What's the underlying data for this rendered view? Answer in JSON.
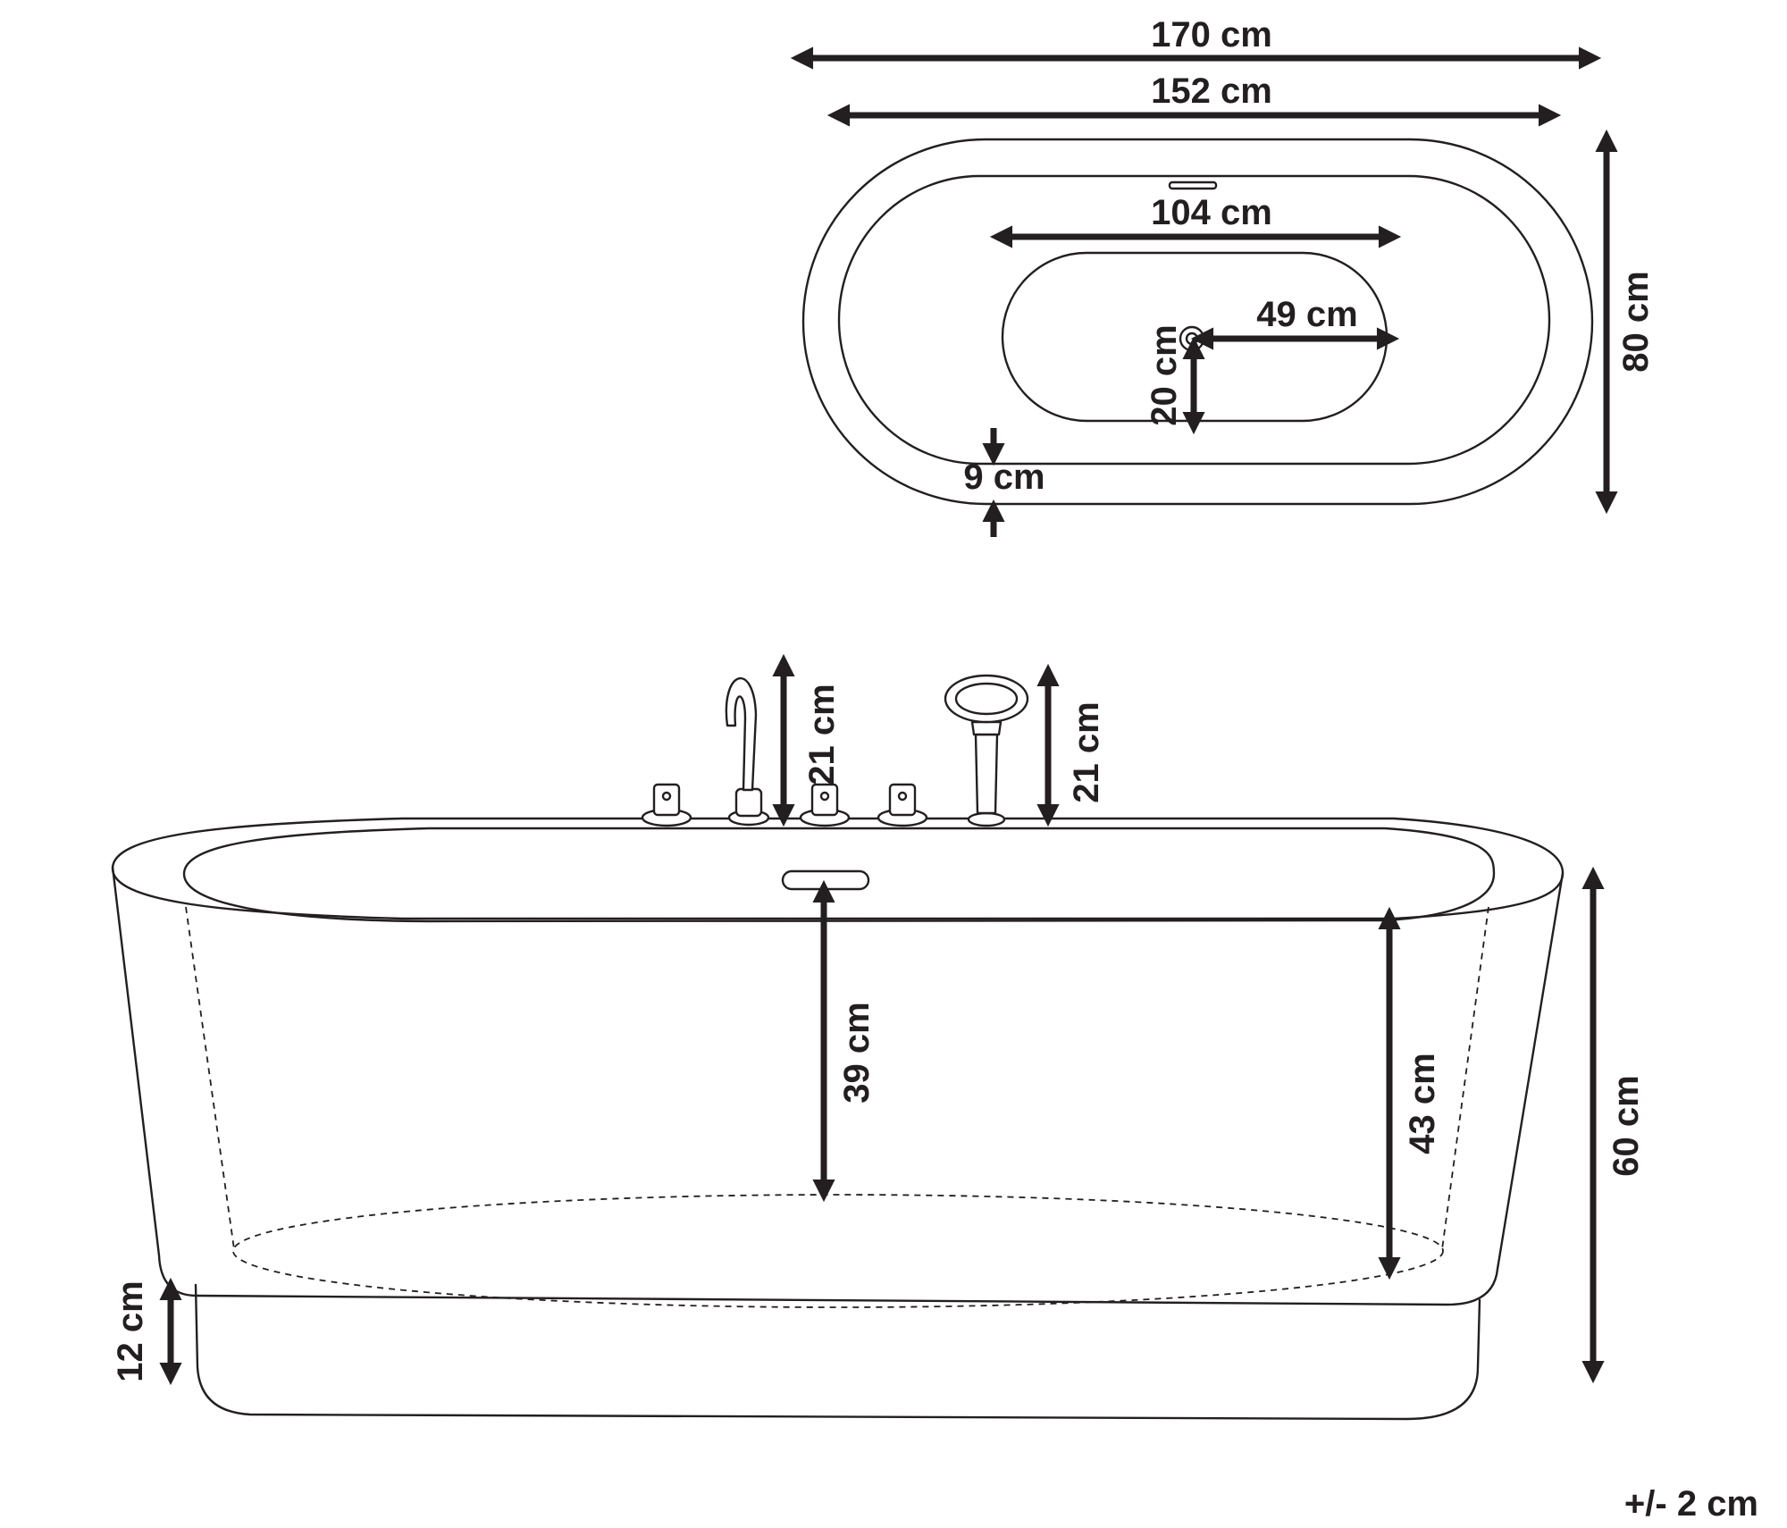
{
  "top_view": {
    "width_overall": "170 cm",
    "width_inner": "152 cm",
    "width_basin": "104 cm",
    "drain_offset_x": "49 cm",
    "drain_offset_y": "20 cm",
    "rim_thickness": "9 cm",
    "depth_overall": "80 cm"
  },
  "side_view": {
    "faucet_height": "21 cm",
    "shower_height": "21 cm",
    "overflow_depth": "39 cm",
    "inner_depth": "43 cm",
    "total_height": "60 cm",
    "plinth_height": "12 cm"
  },
  "tolerance": "+/- 2 cm"
}
